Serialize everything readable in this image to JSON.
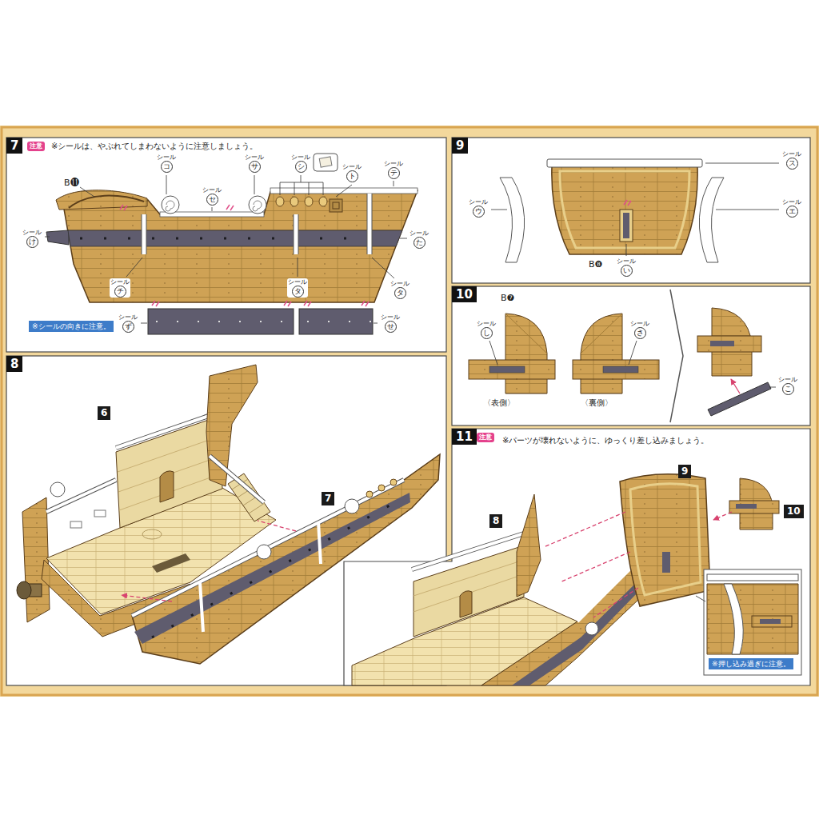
{
  "diagram": {
    "nodes": [
      {
        "text": [
          "7"
        ]
      },
      {
        "text": [
          "注意"
        ],
        "in": 0
      },
      {
        "text": [
          "※シールの向きに注意。"
        ],
        "in": 0
      },
      {
        "text": [
          "シール",
          "コ"
        ],
        "in": 0
      },
      {
        "text": [
          "シール",
          "サ"
        ],
        "in": 0
      },
      {
        "text": [
          "シール",
          "シ"
        ],
        "in": 0
      },
      {
        "text": [
          "シール",
          "ト"
        ],
        "in": 0
      },
      {
        "text": [
          "シール",
          "テ"
        ],
        "in": 0
      },
      {
        "text": [
          "シール",
          "セ"
        ],
        "in": 0
      },
      {
        "text": [
          "シール",
          "け"
        ],
        "in": 0
      },
      {
        "text": [
          "シール",
          "た"
        ],
        "in": 0
      },
      {
        "text": [
          "シール",
          "チ"
        ],
        "in": 0
      },
      {
        "text": [
          "シール",
          "タ"
        ],
        "in": 0
      },
      {
        "text": [
          "シール",
          "タ"
        ],
        "in": 0
      },
      {
        "text": [
          "シール",
          "ず"
        ],
        "in": 0
      },
      {
        "text": [
          "シール",
          "せ"
        ],
        "in": 0
      },
      {
        "text": [
          "8"
        ]
      },
      {
        "text": [
          "6"
        ],
        "in": 16
      },
      {
        "text": [
          "7"
        ],
        "in": 16
      },
      {
        "text": [
          "9"
        ]
      },
      {
        "text": [
          "シール",
          "ス"
        ],
        "in": 19
      },
      {
        "text": [
          "シール",
          "ウ"
        ],
        "in": 19
      },
      {
        "text": [
          "シール",
          "エ"
        ],
        "in": 19
      },
      {
        "text": [
          "シール",
          "い"
        ],
        "in": 19
      },
      {
        "text": [
          "10"
        ]
      },
      {
        "text": [
          "シール",
          "し"
        ],
        "in": 24
      },
      {
        "text": [
          "シール",
          "さ"
        ],
        "in": 24
      },
      {
        "text": [
          "シール",
          "こ"
        ],
        "in": 24
      },
      {
        "text": [
          "11"
        ]
      },
      {
        "text": [
          "注意"
        ],
        "in": 28
      },
      {
        "text": [
          "8"
        ],
        "in": 28
      },
      {
        "text": [
          "9"
        ],
        "in": 28
      },
      {
        "text": [
          "10"
        ],
        "in": 28
      },
      {
        "text": [
          "※押し込み過ぎに注意。"
        ],
        "in": 28
      }
    ],
    "labels": [
      "※シールは、やぶれてしまわないように注意しましょう。",
      "B⓫",
      "B❽",
      "B❼",
      "〈表側〉",
      "〈裏側〉",
      "※パーツが壊れないように、ゆっくり差し込みましょう。"
    ]
  }
}
